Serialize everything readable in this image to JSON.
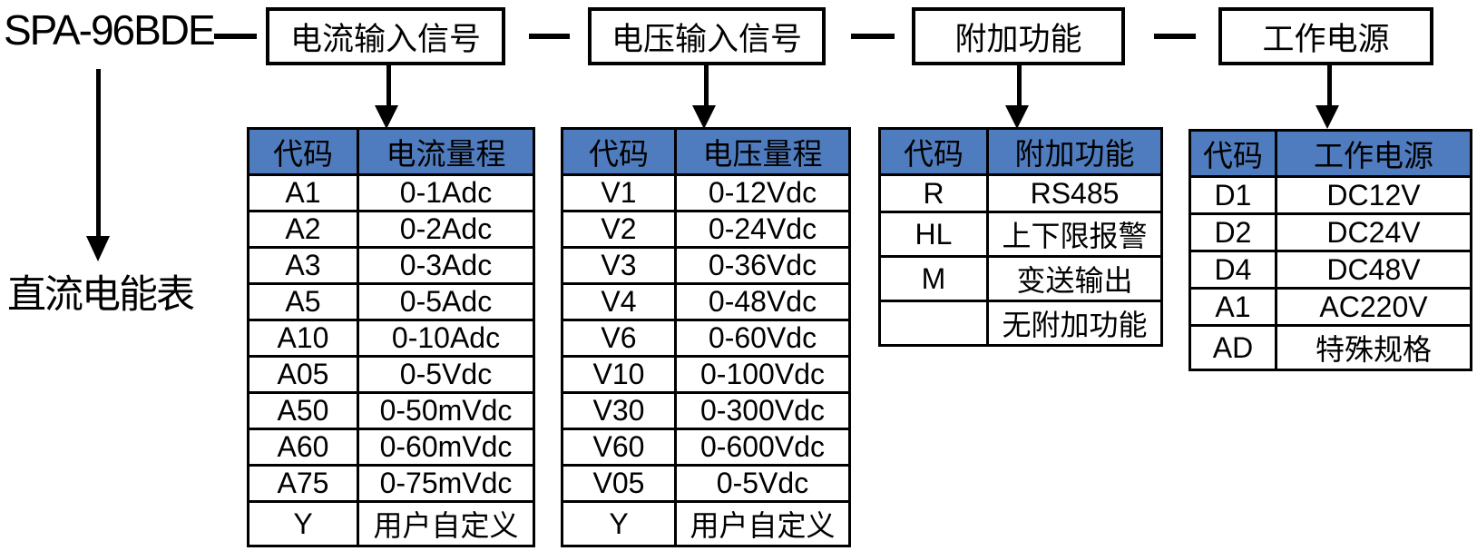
{
  "diagram": {
    "model": "SPA-96BDE",
    "model_note": "直流电能表",
    "top_boxes": [
      {
        "label": "电流输入信号"
      },
      {
        "label": "电压输入信号"
      },
      {
        "label": "附加功能"
      },
      {
        "label": "工作电源"
      }
    ]
  },
  "colors": {
    "header_bg": "#4F7CBE",
    "line": "#000000",
    "background": "#FFFFFF"
  },
  "tables": [
    {
      "name": "current-range",
      "headers": [
        "代码",
        "电流量程"
      ],
      "rows": [
        [
          "A1",
          "0-1Adc"
        ],
        [
          "A2",
          "0-2Adc"
        ],
        [
          "A3",
          "0-3Adc"
        ],
        [
          "A5",
          "0-5Adc"
        ],
        [
          "A10",
          "0-10Adc"
        ],
        [
          "A05",
          "0-5Vdc"
        ],
        [
          "A50",
          "0-50mVdc"
        ],
        [
          "A60",
          "0-60mVdc"
        ],
        [
          "A75",
          "0-75mVdc"
        ],
        [
          "Y",
          "用户自定义"
        ]
      ]
    },
    {
      "name": "voltage-range",
      "headers": [
        "代码",
        "电压量程"
      ],
      "rows": [
        [
          "V1",
          "0-12Vdc"
        ],
        [
          "V2",
          "0-24Vdc"
        ],
        [
          "V3",
          "0-36Vdc"
        ],
        [
          "V4",
          "0-48Vdc"
        ],
        [
          "V6",
          "0-60Vdc"
        ],
        [
          "V10",
          "0-100Vdc"
        ],
        [
          "V30",
          "0-300Vdc"
        ],
        [
          "V60",
          "0-600Vdc"
        ],
        [
          "V05",
          "0-5Vdc"
        ],
        [
          "Y",
          "用户自定义"
        ]
      ]
    },
    {
      "name": "additional-function",
      "headers": [
        "代码",
        "附加功能"
      ],
      "rows": [
        [
          "R",
          "RS485"
        ],
        [
          "HL",
          "上下限报警"
        ],
        [
          "M",
          "变送输出"
        ],
        [
          "",
          "无附加功能"
        ]
      ]
    },
    {
      "name": "working-power",
      "headers": [
        "代码",
        "工作电源"
      ],
      "rows": [
        [
          "D1",
          "DC12V"
        ],
        [
          "D2",
          "DC24V"
        ],
        [
          "D4",
          "DC48V"
        ],
        [
          "A1",
          "AC220V"
        ],
        [
          "AD",
          "特殊规格"
        ]
      ]
    }
  ]
}
